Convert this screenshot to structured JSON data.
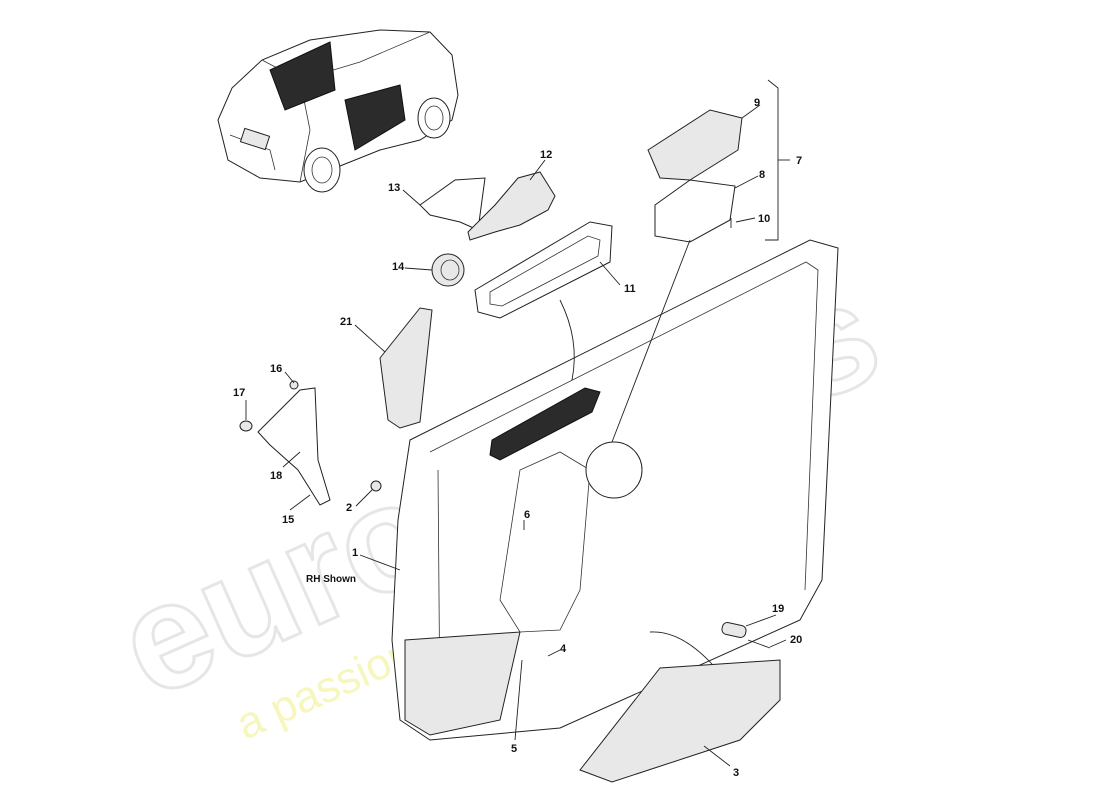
{
  "watermark": {
    "brand": "eurospares",
    "slogan": "a passion for parts since 1985"
  },
  "note": "RH Shown",
  "callouts": [
    {
      "id": "c1",
      "label": "1"
    },
    {
      "id": "c2",
      "label": "2"
    },
    {
      "id": "c3",
      "label": "3"
    },
    {
      "id": "c4",
      "label": "4"
    },
    {
      "id": "c5",
      "label": "5"
    },
    {
      "id": "c6",
      "label": "6"
    },
    {
      "id": "c7",
      "label": "7"
    },
    {
      "id": "c8",
      "label": "8"
    },
    {
      "id": "c9",
      "label": "9"
    },
    {
      "id": "c10",
      "label": "10"
    },
    {
      "id": "c11",
      "label": "11"
    },
    {
      "id": "c12",
      "label": "12"
    },
    {
      "id": "c13",
      "label": "13"
    },
    {
      "id": "c14",
      "label": "14"
    },
    {
      "id": "c15",
      "label": "15"
    },
    {
      "id": "c16",
      "label": "16"
    },
    {
      "id": "c17",
      "label": "17"
    },
    {
      "id": "c18",
      "label": "18"
    },
    {
      "id": "c19",
      "label": "19"
    },
    {
      "id": "c20",
      "label": "20"
    },
    {
      "id": "c21",
      "label": "21"
    }
  ]
}
